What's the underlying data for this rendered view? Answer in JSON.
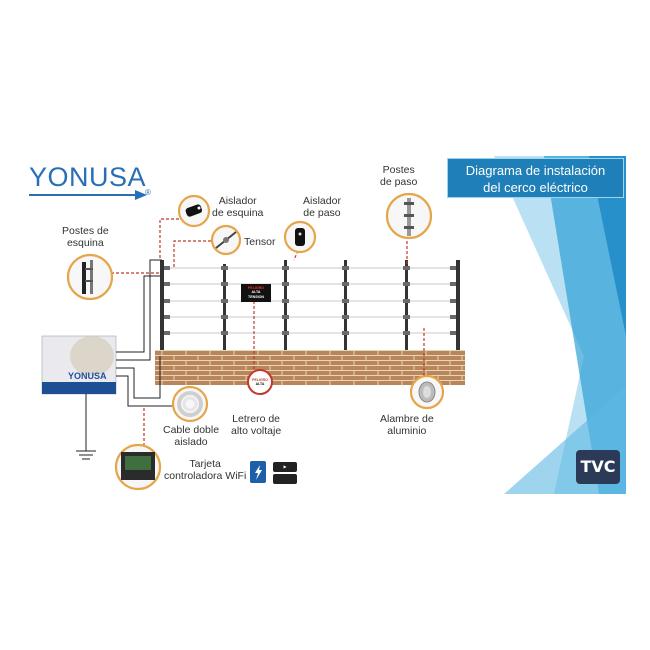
{
  "brand": {
    "name": "YONUSA",
    "registered": "®",
    "tvc_logo": "TVC"
  },
  "title": {
    "line1": "Diagrama de instalación",
    "line2": "del cerco eléctrico"
  },
  "labels": {
    "postes_esquina": [
      "Postes de",
      "esquina"
    ],
    "aislador_esquina": [
      "Aislador",
      "de esquina"
    ],
    "tensor": "Tensor",
    "aislador_paso": [
      "Aislador",
      "de paso"
    ],
    "postes_paso": [
      "Postes",
      "de paso"
    ],
    "cable_doble": [
      "Cable doble",
      "aislado"
    ],
    "letrero": [
      "Letrero de",
      "alto voltaje"
    ],
    "alambre": [
      "Alambre de",
      "aluminio"
    ],
    "tarjeta": [
      "Tarjeta",
      "controladora WiFi"
    ]
  },
  "warning_sign": {
    "line1": "PELIGRO",
    "line2": "ALTA",
    "line3": "TENSION"
  },
  "colors": {
    "accent": "#1f7fb8",
    "brick": "#b8865a",
    "callout": "#c0392b",
    "highlight_ring": "#e5a54a"
  }
}
